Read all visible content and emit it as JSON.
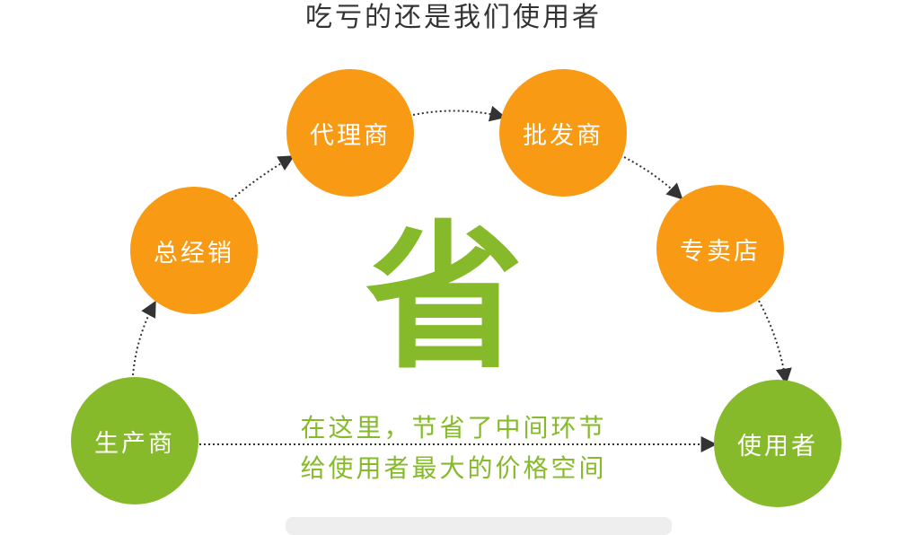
{
  "headline": "吃亏的还是我们使用者",
  "nodes": {
    "producer": "生产商",
    "general_distributor": "总经销",
    "agent": "代理商",
    "wholesaler": "批发商",
    "store": "专卖店",
    "consumer": "使用者"
  },
  "center_char": "省",
  "note": {
    "line1": "在这里，节省了中间环节",
    "line2": "给使用者最大的价格空间"
  },
  "colors": {
    "orange": "#f89a13",
    "green": "#86ba2b",
    "arrow": "#333333"
  }
}
